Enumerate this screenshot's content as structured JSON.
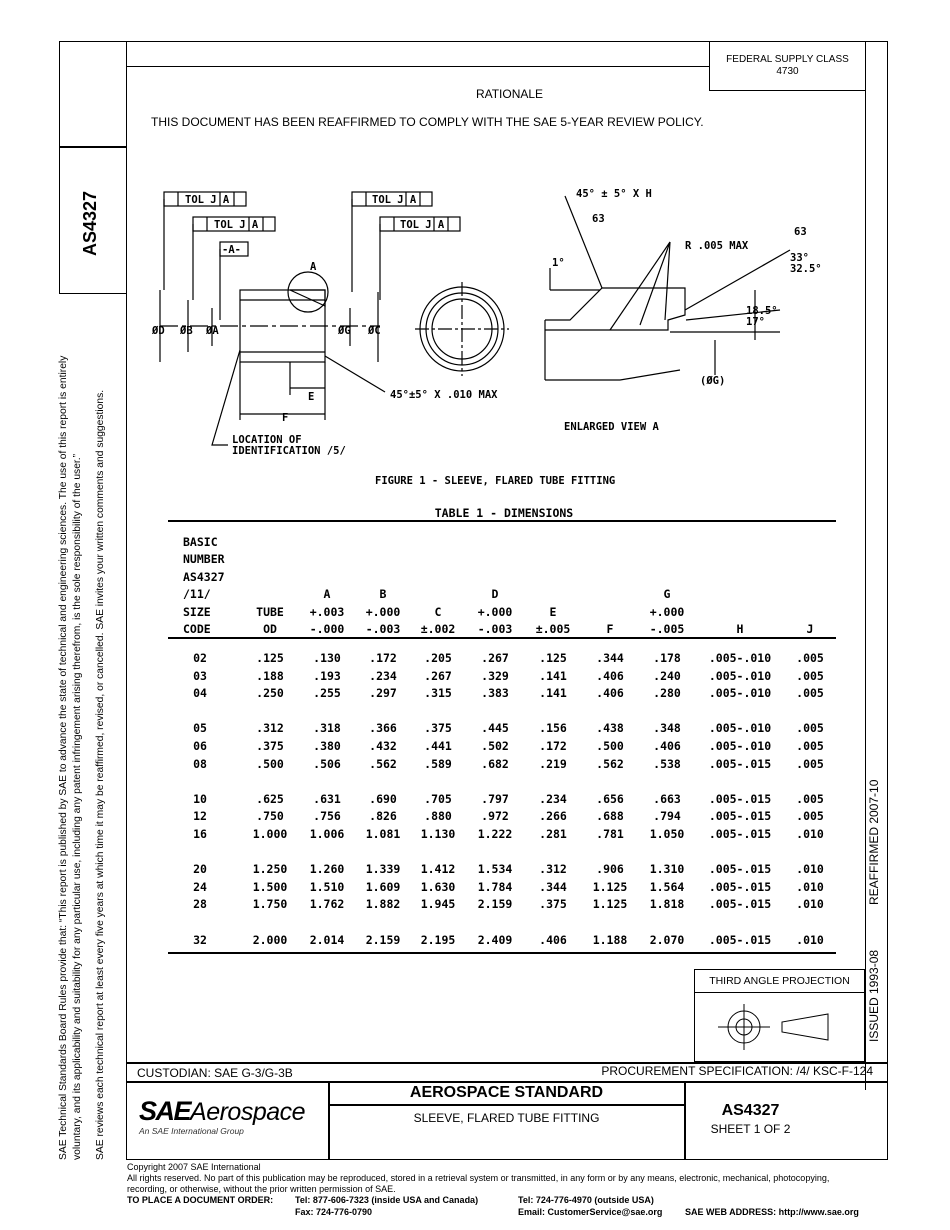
{
  "side_notice": {
    "line1": "SAE Technical Standards Board Rules provide that: “This report is published by SAE to advance the state of technical and engineering sciences. The use of this report is entirely",
    "line2": "voluntary, and its applicability and suitability for any particular use, including any patent infringement arising therefrom, is the sole responsibility of the user.”",
    "line3": "SAE reviews each technical report at least every five years at which time it may be reaffirmed, revised, or cancelled. SAE invites your written comments and suggestions."
  },
  "header": {
    "doc_number": "AS4327",
    "fsc_line1": "FEDERAL SUPPLY CLASS",
    "fsc_line2": "4730",
    "rationale_title": "RATIONALE",
    "rationale_text": "THIS DOCUMENT HAS BEEN REAFFIRMED TO COMPLY WITH THE SAE 5-YEAR REVIEW POLICY."
  },
  "figure": {
    "tol1": "TOL J A",
    "tol2": "TOL J A",
    "tol3": "TOL J A",
    "tol4": "TOL J A",
    "datum": "-A-",
    "dia_d": "ØD",
    "dia_b": "ØB",
    "dia_a": "ØA",
    "dia_g": "ØG",
    "dia_c": "ØC",
    "view_label": "A",
    "dim_e": "E",
    "dim_f": "F",
    "chamfer_note": "45°±5° X .010 MAX",
    "location_line1": "LOCATION OF",
    "location_line2": "IDENTIFICATION /5/",
    "ev_chamfer": "45° ± 5° X H",
    "ev_finish1": "63",
    "ev_finish2": "63",
    "ev_radius": "R .005 MAX",
    "ev_one_deg": "1°",
    "ev_angle1a": "33°",
    "ev_angle1b": "32.5°",
    "ev_angle2a": "18.5°",
    "ev_angle2b": "17°",
    "ev_g": "(ØG)",
    "ev_title": "ENLARGED VIEW A",
    "caption": "FIGURE 1 - SLEEVE, FLARED TUBE FITTING"
  },
  "table": {
    "title": "TABLE 1 - DIMENSIONS",
    "headers": [
      [
        "BASIC",
        "NUMBER",
        "AS4327",
        "/11/",
        "SIZE",
        "CODE"
      ],
      [
        "TUBE",
        "OD"
      ],
      [
        "A",
        "+.003",
        "-.000"
      ],
      [
        "B",
        "+.000",
        "-.003"
      ],
      [
        "C",
        "±.002"
      ],
      [
        "D",
        "+.000",
        "-.003"
      ],
      [
        "E",
        "±.005"
      ],
      [
        "F"
      ],
      [
        "G",
        "+.000",
        "-.005"
      ],
      [
        "H"
      ],
      [
        "J"
      ]
    ],
    "groups": [
      [
        [
          "02",
          ".125",
          ".130",
          ".172",
          ".205",
          ".267",
          ".125",
          ".344",
          ".178",
          ".005-.010",
          ".005"
        ],
        [
          "03",
          ".188",
          ".193",
          ".234",
          ".267",
          ".329",
          ".141",
          ".406",
          ".240",
          ".005-.010",
          ".005"
        ],
        [
          "04",
          ".250",
          ".255",
          ".297",
          ".315",
          ".383",
          ".141",
          ".406",
          ".280",
          ".005-.010",
          ".005"
        ]
      ],
      [
        [
          "05",
          ".312",
          ".318",
          ".366",
          ".375",
          ".445",
          ".156",
          ".438",
          ".348",
          ".005-.010",
          ".005"
        ],
        [
          "06",
          ".375",
          ".380",
          ".432",
          ".441",
          ".502",
          ".172",
          ".500",
          ".406",
          ".005-.010",
          ".005"
        ],
        [
          "08",
          ".500",
          ".506",
          ".562",
          ".589",
          ".682",
          ".219",
          ".562",
          ".538",
          ".005-.015",
          ".005"
        ]
      ],
      [
        [
          "10",
          ".625",
          ".631",
          ".690",
          ".705",
          ".797",
          ".234",
          ".656",
          ".663",
          ".005-.015",
          ".005"
        ],
        [
          "12",
          ".750",
          ".756",
          ".826",
          ".880",
          ".972",
          ".266",
          ".688",
          ".794",
          ".005-.015",
          ".005"
        ],
        [
          "16",
          "1.000",
          "1.006",
          "1.081",
          "1.130",
          "1.222",
          ".281",
          ".781",
          "1.050",
          ".005-.015",
          ".010"
        ]
      ],
      [
        [
          "20",
          "1.250",
          "1.260",
          "1.339",
          "1.412",
          "1.534",
          ".312",
          ".906",
          "1.310",
          ".005-.015",
          ".010"
        ],
        [
          "24",
          "1.500",
          "1.510",
          "1.609",
          "1.630",
          "1.784",
          ".344",
          "1.125",
          "1.564",
          ".005-.015",
          ".010"
        ],
        [
          "28",
          "1.750",
          "1.762",
          "1.882",
          "1.945",
          "2.159",
          ".375",
          "1.125",
          "1.818",
          ".005-.015",
          ".010"
        ]
      ],
      [
        [
          "32",
          "2.000",
          "2.014",
          "2.159",
          "2.195",
          "2.409",
          ".406",
          "1.188",
          "2.070",
          ".005-.015",
          ".010"
        ]
      ]
    ]
  },
  "issue_info": {
    "issued": "ISSUED 1993-08",
    "reaffirmed": "REAFFIRMED 2007-10"
  },
  "projection": {
    "label": "THIRD ANGLE PROJECTION"
  },
  "title_block": {
    "custodian": "CUSTODIAN:  SAE G-3/G-3B",
    "procurement": "PROCUREMENT SPECIFICATION:  /4/ KSC-F-124",
    "logo_sae": "SAE",
    "logo_aerospace": "Aerospace",
    "logo_sub": "An SAE International Group",
    "standard_type": "AEROSPACE STANDARD",
    "doc_title": "SLEEVE, FLARED TUBE FITTING",
    "doc_number": "AS4327",
    "sheet": "SHEET 1 OF 2"
  },
  "footer": {
    "copyright": "Copyright 2007 SAE International",
    "rights1": "All rights reserved. No part of this publication may be reproduced, stored in a retrieval system or transmitted, in any form or by any means, electronic, mechanical, photocopying,",
    "rights2": "recording, or otherwise, without the prior written permission of SAE.",
    "order_label": "TO PLACE A DOCUMENT ORDER:",
    "tel_usa": "Tel:  877-606-7323 (inside USA and Canada)",
    "tel_out": "Tel:   724-776-4970 (outside USA)",
    "fax": "Fax:  724-776-0790",
    "email": "Email:  CustomerService@sae.org",
    "web": "SAE WEB ADDRESS: http://www.sae.org"
  }
}
